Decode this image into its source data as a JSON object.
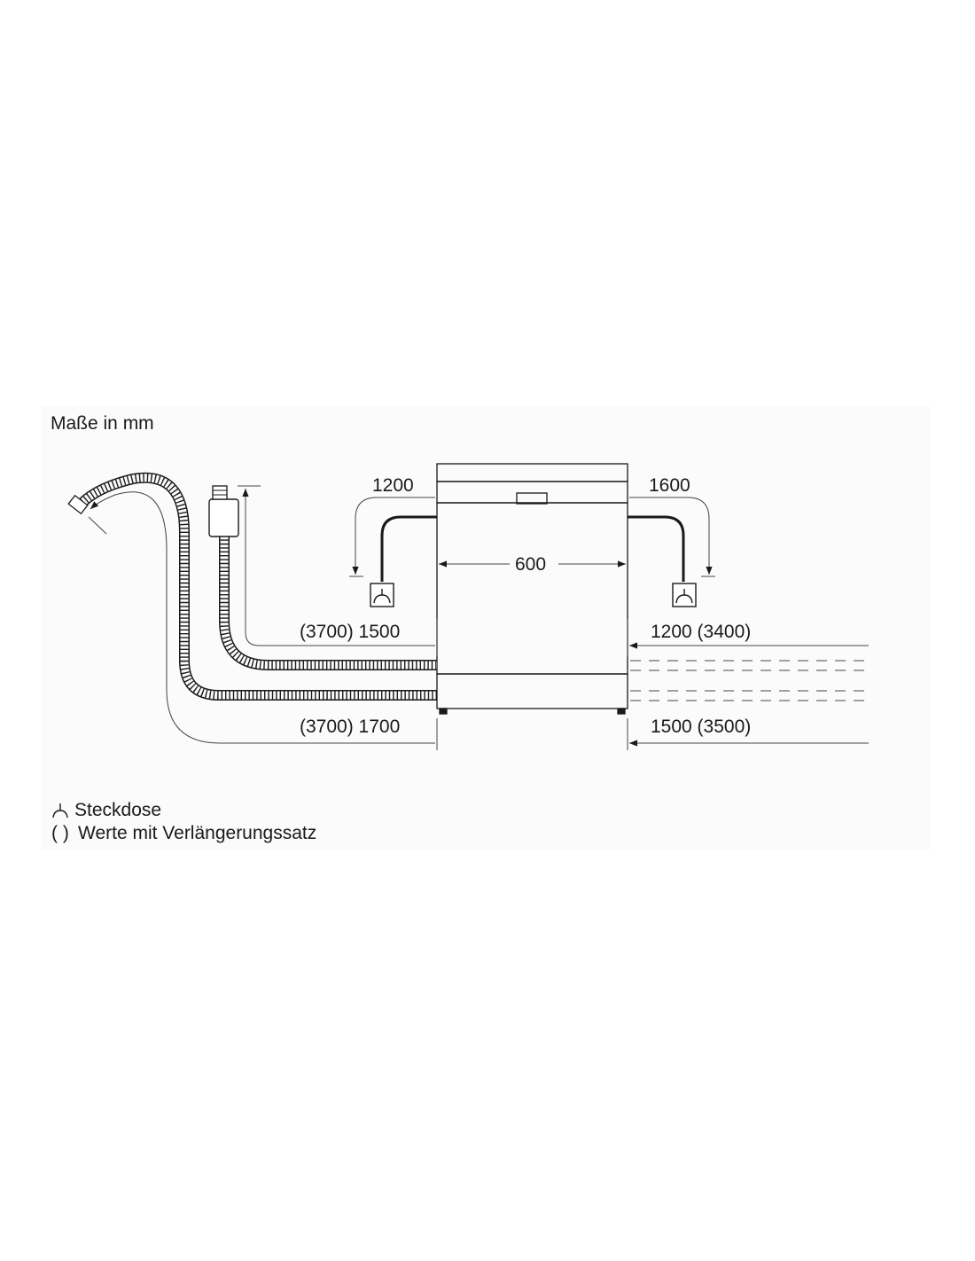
{
  "title": "Maße in mm",
  "dimensions": {
    "top_left": "1200",
    "top_right": "1600",
    "appliance_width": "600",
    "inlet_hose_left": "(3700) 1500",
    "drain_hose_left": "(3700) 1700",
    "inlet_hose_right": "1200 (3400)",
    "drain_hose_right": "1500 (3500)"
  },
  "legend": {
    "socket_symbol": "socket-icon",
    "socket_text": "Steckdose",
    "paren_symbol": "( )",
    "paren_text": "Werte mit Verlängerungssatz"
  }
}
